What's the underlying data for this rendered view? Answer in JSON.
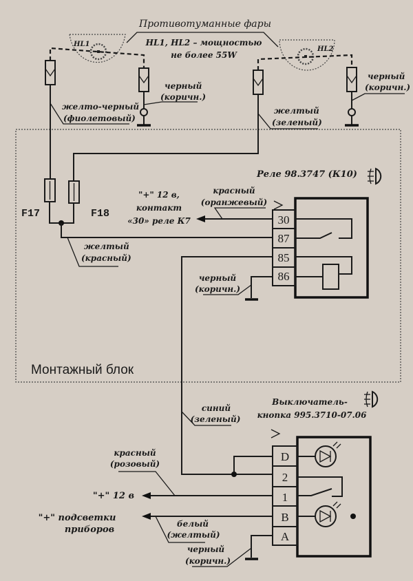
{
  "lamps": {
    "title": "Противотуманные фары",
    "spec_line1": "HL1, HL2 – мощностью",
    "spec_line2": "не более 55W",
    "left_label": "HL1",
    "right_label": "HL2"
  },
  "wires": {
    "hl1_plus": [
      "желто-черный",
      "(фиолетовый)"
    ],
    "hl1_ground": [
      "черный",
      "(коричн.)"
    ],
    "hl2_plus": [
      "желтый",
      "(зеленый)"
    ],
    "hl2_ground": [
      "черный",
      "(коричн.)"
    ],
    "fuse_to_87": [
      "желтый",
      "(красный)"
    ],
    "relay_30": [
      "красный",
      "(оранжевый)"
    ],
    "relay_86": [
      "черный",
      "(коричн.)"
    ],
    "relay_85_to_switch": [
      "синий",
      "(зеленый)"
    ],
    "switch_1": [
      "красный",
      "(розовый)"
    ],
    "switch_b": [
      "белый",
      "(желтый)"
    ],
    "switch_a": [
      "черный",
      "(коричн.)"
    ]
  },
  "fuses": {
    "f17": "F17",
    "f18": "F18"
  },
  "relay": {
    "title": "Реле 98.3747 (К10)",
    "pins": [
      "30",
      "87",
      "85",
      "86"
    ],
    "output_label": [
      "\"+\" 12 в,",
      "контакт",
      "«30» реле К7"
    ]
  },
  "mounting_block": "Монтажный блок",
  "switch": {
    "title": [
      "Выключатель-",
      "кнопка 995.3710-07.06"
    ],
    "pins": [
      "D",
      "2",
      "1",
      "B",
      "A"
    ],
    "plus12_label": "\"+\" 12 в",
    "backlight_label": [
      "\"+\" подсветки",
      "приборов"
    ]
  }
}
